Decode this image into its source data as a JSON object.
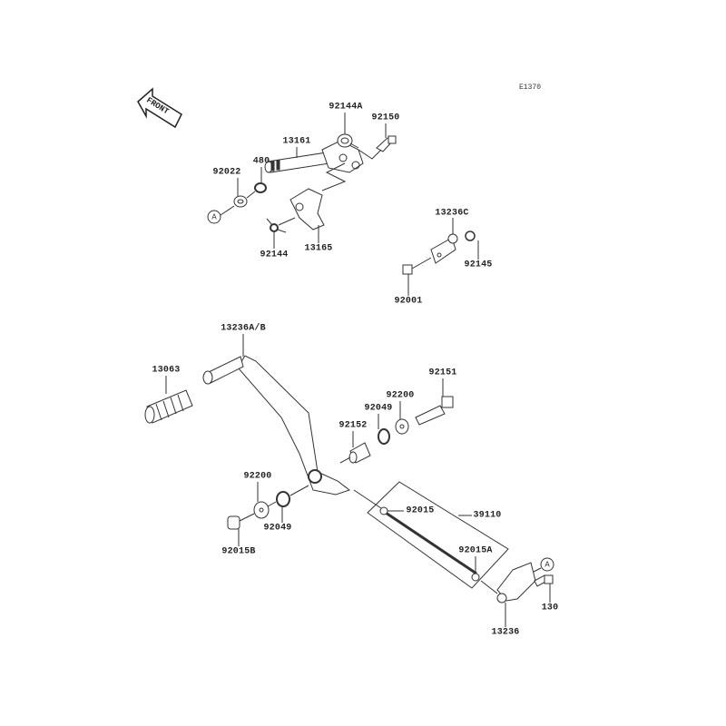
{
  "diagram": {
    "code": "E1370",
    "front_label": "FRONT",
    "ref_marker": "A",
    "parts": [
      {
        "id": "p-92144A",
        "number": "92144A"
      },
      {
        "id": "p-92150",
        "number": "92150"
      },
      {
        "id": "p-13161",
        "number": "13161"
      },
      {
        "id": "p-480",
        "number": "480"
      },
      {
        "id": "p-92022",
        "number": "92022"
      },
      {
        "id": "p-92144",
        "number": "92144"
      },
      {
        "id": "p-13165",
        "number": "13165"
      },
      {
        "id": "p-13236C",
        "number": "13236C"
      },
      {
        "id": "p-92145",
        "number": "92145"
      },
      {
        "id": "p-92001",
        "number": "92001"
      },
      {
        "id": "p-13236AB",
        "number": "13236A/B"
      },
      {
        "id": "p-13063",
        "number": "13063"
      },
      {
        "id": "p-92151",
        "number": "92151"
      },
      {
        "id": "p-92200a",
        "number": "92200"
      },
      {
        "id": "p-92049a",
        "number": "92049"
      },
      {
        "id": "p-92152",
        "number": "92152"
      },
      {
        "id": "p-92200b",
        "number": "92200"
      },
      {
        "id": "p-92049b",
        "number": "92049"
      },
      {
        "id": "p-92015B",
        "number": "92015B"
      },
      {
        "id": "p-92015",
        "number": "92015"
      },
      {
        "id": "p-39110",
        "number": "39110"
      },
      {
        "id": "p-92015A",
        "number": "92015A"
      },
      {
        "id": "p-130",
        "number": "130"
      },
      {
        "id": "p-13236",
        "number": "13236"
      }
    ]
  }
}
